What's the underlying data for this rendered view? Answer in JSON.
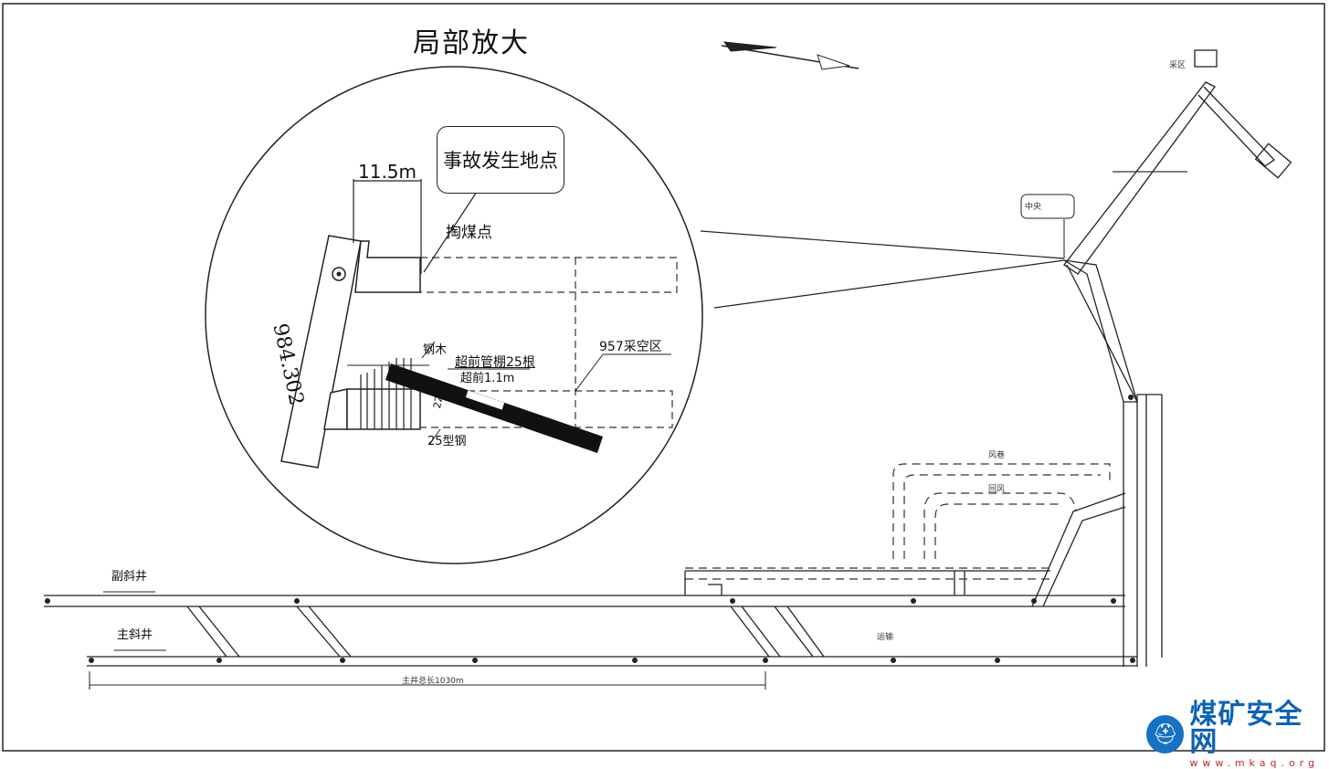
{
  "diagram": {
    "title": "局部放大",
    "dimension": "11.5m",
    "accident_site": "事故发生地点",
    "coal_point": "掏煤点",
    "elevation": "984.302",
    "shed": "钢木",
    "pipe_shed": "超前管棚25根",
    "advance": "超前1.1m",
    "gob": "957采空区",
    "support": "25型钢",
    "angle": "22°",
    "shaft_aux": "副斜井",
    "shaft_main": "主斜井",
    "stations": [
      "中央",
      "采区",
      "风巷",
      "回风",
      "运输"
    ],
    "total_length": "主井总长1030m"
  },
  "logo": {
    "name": "煤矿安全网",
    "url": "www.mkaq.org",
    "icon": "helmet-icon"
  },
  "colors": {
    "line": "#111111",
    "accent": "#1672c2",
    "url": "#c0262d"
  }
}
